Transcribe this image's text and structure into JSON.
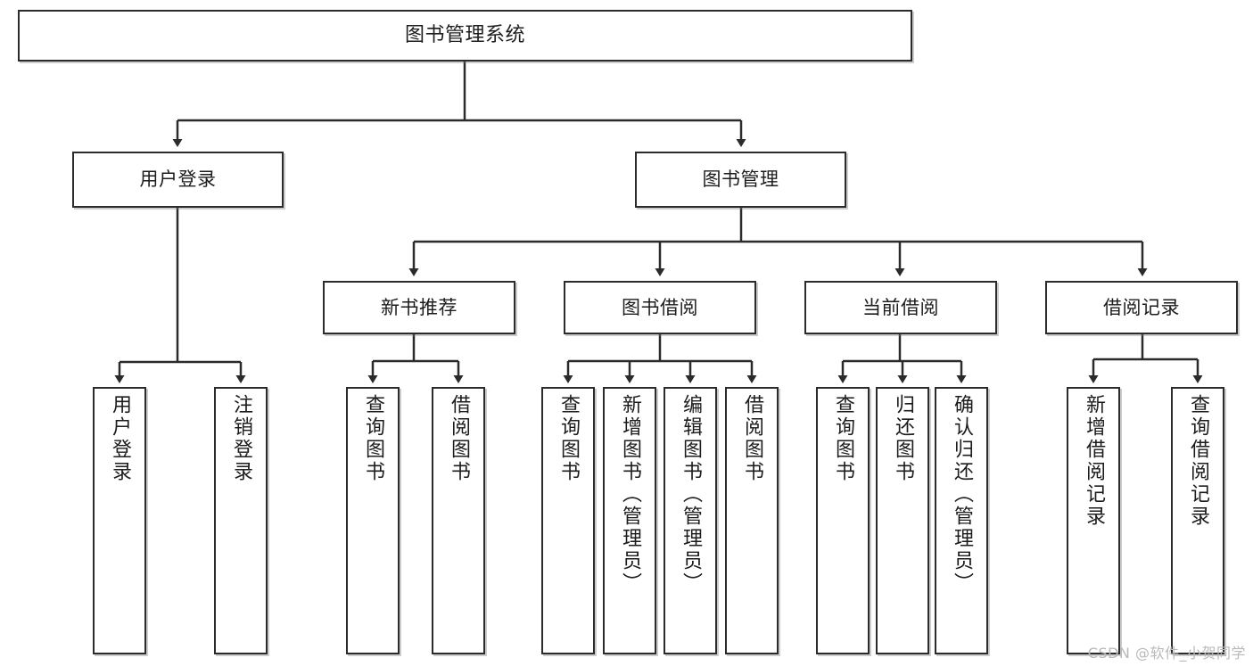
{
  "diagram": {
    "title": "图书管理系统",
    "type": "tree-hierarchy",
    "orientation": "top-down"
  },
  "nodes": {
    "root": {
      "label": "图书管理系统"
    },
    "level1": [
      {
        "id": "user-login",
        "label": "用户登录"
      },
      {
        "id": "book-management",
        "label": "图书管理"
      }
    ],
    "level2": [
      {
        "id": "new-book-recommend",
        "label": "新书推荐"
      },
      {
        "id": "book-borrow",
        "label": "图书借阅"
      },
      {
        "id": "current-borrow",
        "label": "当前借阅"
      },
      {
        "id": "borrow-record",
        "label": "借阅记录"
      }
    ],
    "leaves": {
      "user_login": [
        {
          "id": "user-login-leaf",
          "label": "用户登录"
        },
        {
          "id": "logout-leaf",
          "label": "注销登录"
        }
      ],
      "new_book_recommend": [
        {
          "id": "query-book-1",
          "label": "查询图书"
        },
        {
          "id": "borrow-book-1",
          "label": "借阅图书"
        }
      ],
      "book_borrow": [
        {
          "id": "query-book-2",
          "label": "查询图书"
        },
        {
          "id": "add-book",
          "label": "新增图书（管理员）"
        },
        {
          "id": "edit-book",
          "label": "编辑图书（管理员）"
        },
        {
          "id": "borrow-book-2",
          "label": "借阅图书"
        }
      ],
      "current_borrow": [
        {
          "id": "query-book-3",
          "label": "查询图书"
        },
        {
          "id": "return-book",
          "label": "归还图书"
        },
        {
          "id": "confirm-return",
          "label": "确认归还（管理员）"
        }
      ],
      "borrow_record": [
        {
          "id": "add-borrow-record",
          "label": "新增借阅记录"
        },
        {
          "id": "query-borrow-record",
          "label": "查询借阅记录"
        }
      ]
    }
  },
  "watermark": {
    "text": "CSDN @软件_小贺同学"
  },
  "colors": {
    "border": "#2b2b2b",
    "background": "#ffffff",
    "text": "#1c1c1c",
    "edge": "#2b2b2b",
    "watermark": "#b9b9b9"
  }
}
